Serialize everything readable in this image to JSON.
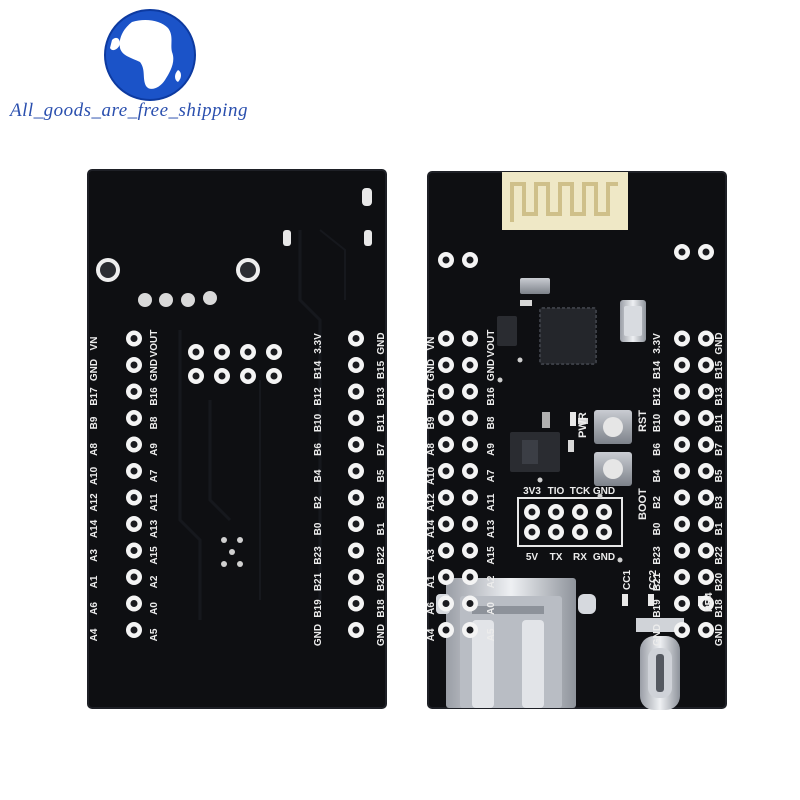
{
  "watermark": {
    "text": "All_goods_are_free_shipping",
    "color": "#2a4fae",
    "globe": "africa-globe-icon"
  },
  "back_board": {
    "left_column": [
      "A4",
      "A6",
      "A1",
      "A3",
      "A14",
      "A12",
      "A10",
      "A8",
      "B9",
      "B17",
      "GND",
      "VN"
    ],
    "left_inner": [
      "A5",
      "A0",
      "A2",
      "A15",
      "A13",
      "A11",
      "A7",
      "A9",
      "B8",
      "B16",
      "GND",
      "VOUT"
    ],
    "right_inner": [
      "GND",
      "B19",
      "B21",
      "B23",
      "B0",
      "B2",
      "B4",
      "B6",
      "B10",
      "B12",
      "B14",
      "3.3V"
    ],
    "right_outer": [
      "GND",
      "B18",
      "B20",
      "B22",
      "B1",
      "B3",
      "B5",
      "B7",
      "B11",
      "B13",
      "B15",
      "GND"
    ]
  },
  "front_board": {
    "left_outer": [
      "A4",
      "A6",
      "A1",
      "A3",
      "A14",
      "A12",
      "A10",
      "A8",
      "B9",
      "B17",
      "GND",
      "VN"
    ],
    "left_inner": [
      "A5",
      "A0",
      "A2",
      "A15",
      "A13",
      "A11",
      "A7",
      "A9",
      "B8",
      "B16",
      "GND",
      "VOUT"
    ],
    "right_inner": [
      "GND",
      "B19",
      "B21",
      "B23",
      "B0",
      "B2",
      "B4",
      "B6",
      "B10",
      "B12",
      "B14",
      "3.3V"
    ],
    "right_outer": [
      "GND",
      "B18",
      "B20",
      "B22",
      "B1",
      "B3",
      "B5",
      "B7",
      "B11",
      "B13",
      "B15",
      "GND"
    ],
    "header_top": [
      "3V3",
      "TIO",
      "TCK",
      "GND"
    ],
    "header_bottom": [
      "5V",
      "TX",
      "RX",
      "GND"
    ],
    "buttons": [
      "RST",
      "BOOT"
    ],
    "leds": [
      "PWR",
      "CC1",
      "CC2",
      "PB4"
    ]
  },
  "colors": {
    "pcb": "#0e0f12",
    "silk": "#ececec",
    "pad": "#f4f4f4"
  }
}
